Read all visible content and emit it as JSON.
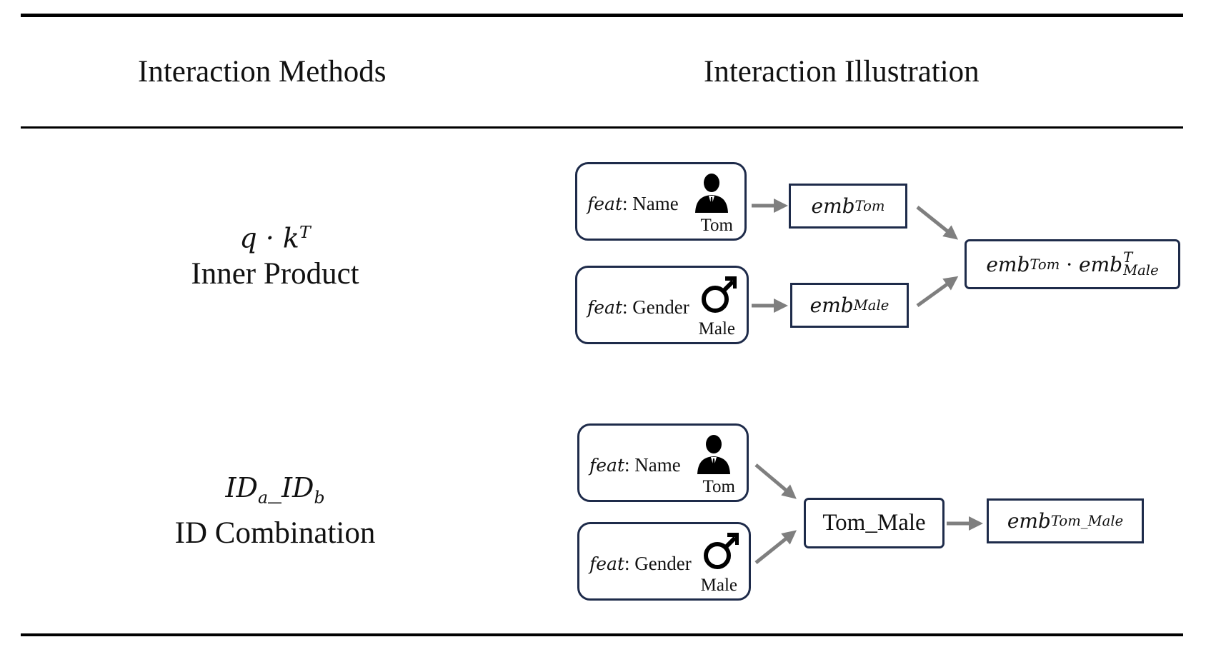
{
  "header": {
    "col1": "Interaction Methods",
    "col2": "Interaction Illustration"
  },
  "rows": [
    {
      "method_formula": "q · k^T",
      "method_name": "Inner Product",
      "features": [
        {
          "feat_prefix": "feat",
          "feat_label": ": Name",
          "value": "Tom",
          "icon": "person-icon"
        },
        {
          "feat_prefix": "feat",
          "feat_label": ": Gender",
          "value": "Male",
          "icon": "male-symbol-icon"
        }
      ],
      "embeddings": [
        {
          "base": "emb",
          "sub": "Tom"
        },
        {
          "base": "emb",
          "sub": "Male"
        }
      ],
      "result": {
        "base1": "emb",
        "sub1": "Tom",
        "dot": " · ",
        "base2": "emb",
        "sup2": "T",
        "sub2": "Male"
      }
    },
    {
      "method_formula": "IDa_IDb",
      "method_name": "ID Combination",
      "features": [
        {
          "feat_prefix": "feat",
          "feat_label": ": Name",
          "value": "Tom",
          "icon": "person-icon"
        },
        {
          "feat_prefix": "feat",
          "feat_label": ": Gender",
          "value": "Male",
          "icon": "male-symbol-icon"
        }
      ],
      "combined": "Tom_Male",
      "result": {
        "base": "emb",
        "sub": "Tom_Male"
      }
    }
  ],
  "colors": {
    "border": "#1e2b4a",
    "arrow": "#7f7f7f",
    "rule": "#000000"
  }
}
